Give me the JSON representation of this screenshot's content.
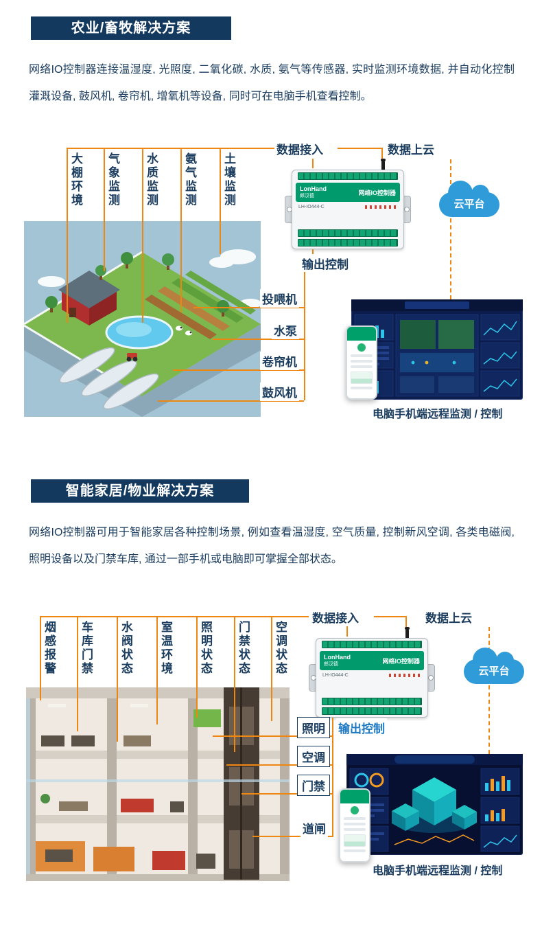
{
  "colors": {
    "navy": "#14395e",
    "accent_orange": "#ee8712",
    "cloud_blue": "#2f9bd9",
    "device_green": "#009a6c",
    "link_blue": "#1f7ac4"
  },
  "device": {
    "brand": "LonHand",
    "brand_cn": "郎汉德",
    "product": "网络IO控制器",
    "model": "LH-IO444-C"
  },
  "sections": [
    {
      "header": "农业/畜牧解决方案",
      "paragraph": "网络IO控制器连接温湿度, 光照度, 二氧化碳, 水质, 氨气等传感器, 实时监测环境数据, 并自动化控制灌溉设备, 鼓风机, 卷帘机, 增氧机等设备, 同时可在电脑手机查看控制。",
      "monitor_labels": [
        "大棚环境",
        "气象监测",
        "水质监测",
        "氨气监测",
        "土壤监测"
      ],
      "data_in": "数据接入",
      "data_up": "数据上云",
      "cloud": "云平台",
      "output_control": "输出控制",
      "outputs": [
        "投喂机",
        "水泵",
        "卷帘机",
        "鼓风机"
      ],
      "caption": "电脑手机端远程监测 / 控制"
    },
    {
      "header": "智能家居/物业解决方案",
      "paragraph": "网络IO控制器可用于智能家居各种控制场景, 例如查看温湿度, 空气质量, 控制新风空调, 各类电磁阀, 照明设备以及门禁车库, 通过一部手机或电脑即可掌握全部状态。",
      "monitor_labels": [
        "烟感报警",
        "车库门禁",
        "水阀状态",
        "室温环境",
        "照明状态",
        "门禁状态",
        "空调状态"
      ],
      "data_in": "数据接入",
      "data_up": "数据上云",
      "cloud": "云平台",
      "output_control": "输出控制",
      "outputs": [
        "照明",
        "空调",
        "门禁",
        "道闸"
      ],
      "caption": "电脑手机端远程监测 / 控制"
    }
  ]
}
